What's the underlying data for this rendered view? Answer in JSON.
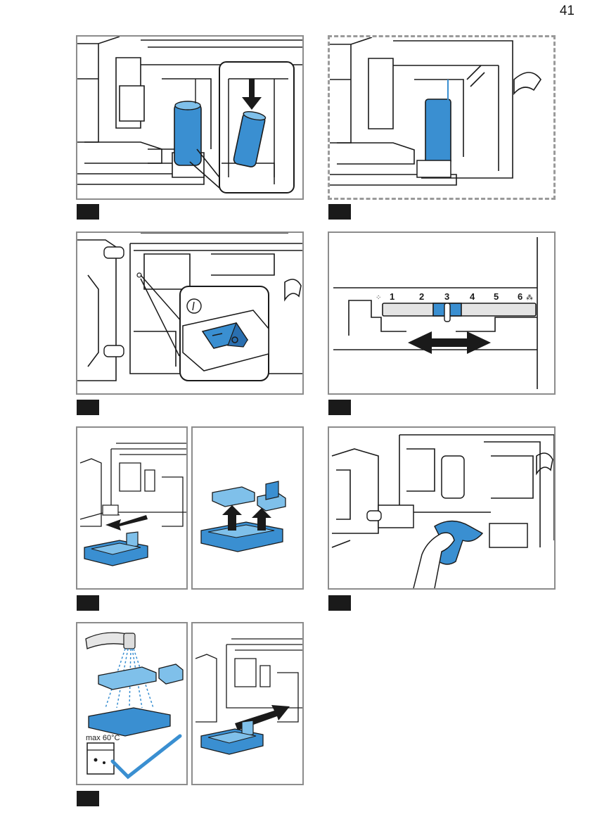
{
  "page": {
    "number": "41"
  },
  "colors": {
    "accent": "#3a8fd1",
    "accent_light": "#7fc0ea",
    "frame": "#8c8c8c",
    "line": "#1a1a1a"
  },
  "panels": [
    {
      "id": "insert-filter",
      "step_icon": "step-marker"
    },
    {
      "id": "filter-inserted",
      "step_icon": "step-marker"
    },
    {
      "id": "power-switch",
      "step_icon": "step-marker"
    },
    {
      "id": "hardness-slider",
      "step_icon": "step-marker"
    },
    {
      "id": "remove-drip-tray",
      "step_icon": "step-marker"
    },
    {
      "id": "wipe-interior",
      "step_icon": "step-marker"
    },
    {
      "id": "rinse-parts",
      "step_icon": "step-marker"
    }
  ],
  "hardness_scale": {
    "ticks": [
      "1",
      "2",
      "3",
      "4",
      "5",
      "6"
    ],
    "selected": "3"
  },
  "rinse": {
    "temp_label": "max 60°C"
  }
}
